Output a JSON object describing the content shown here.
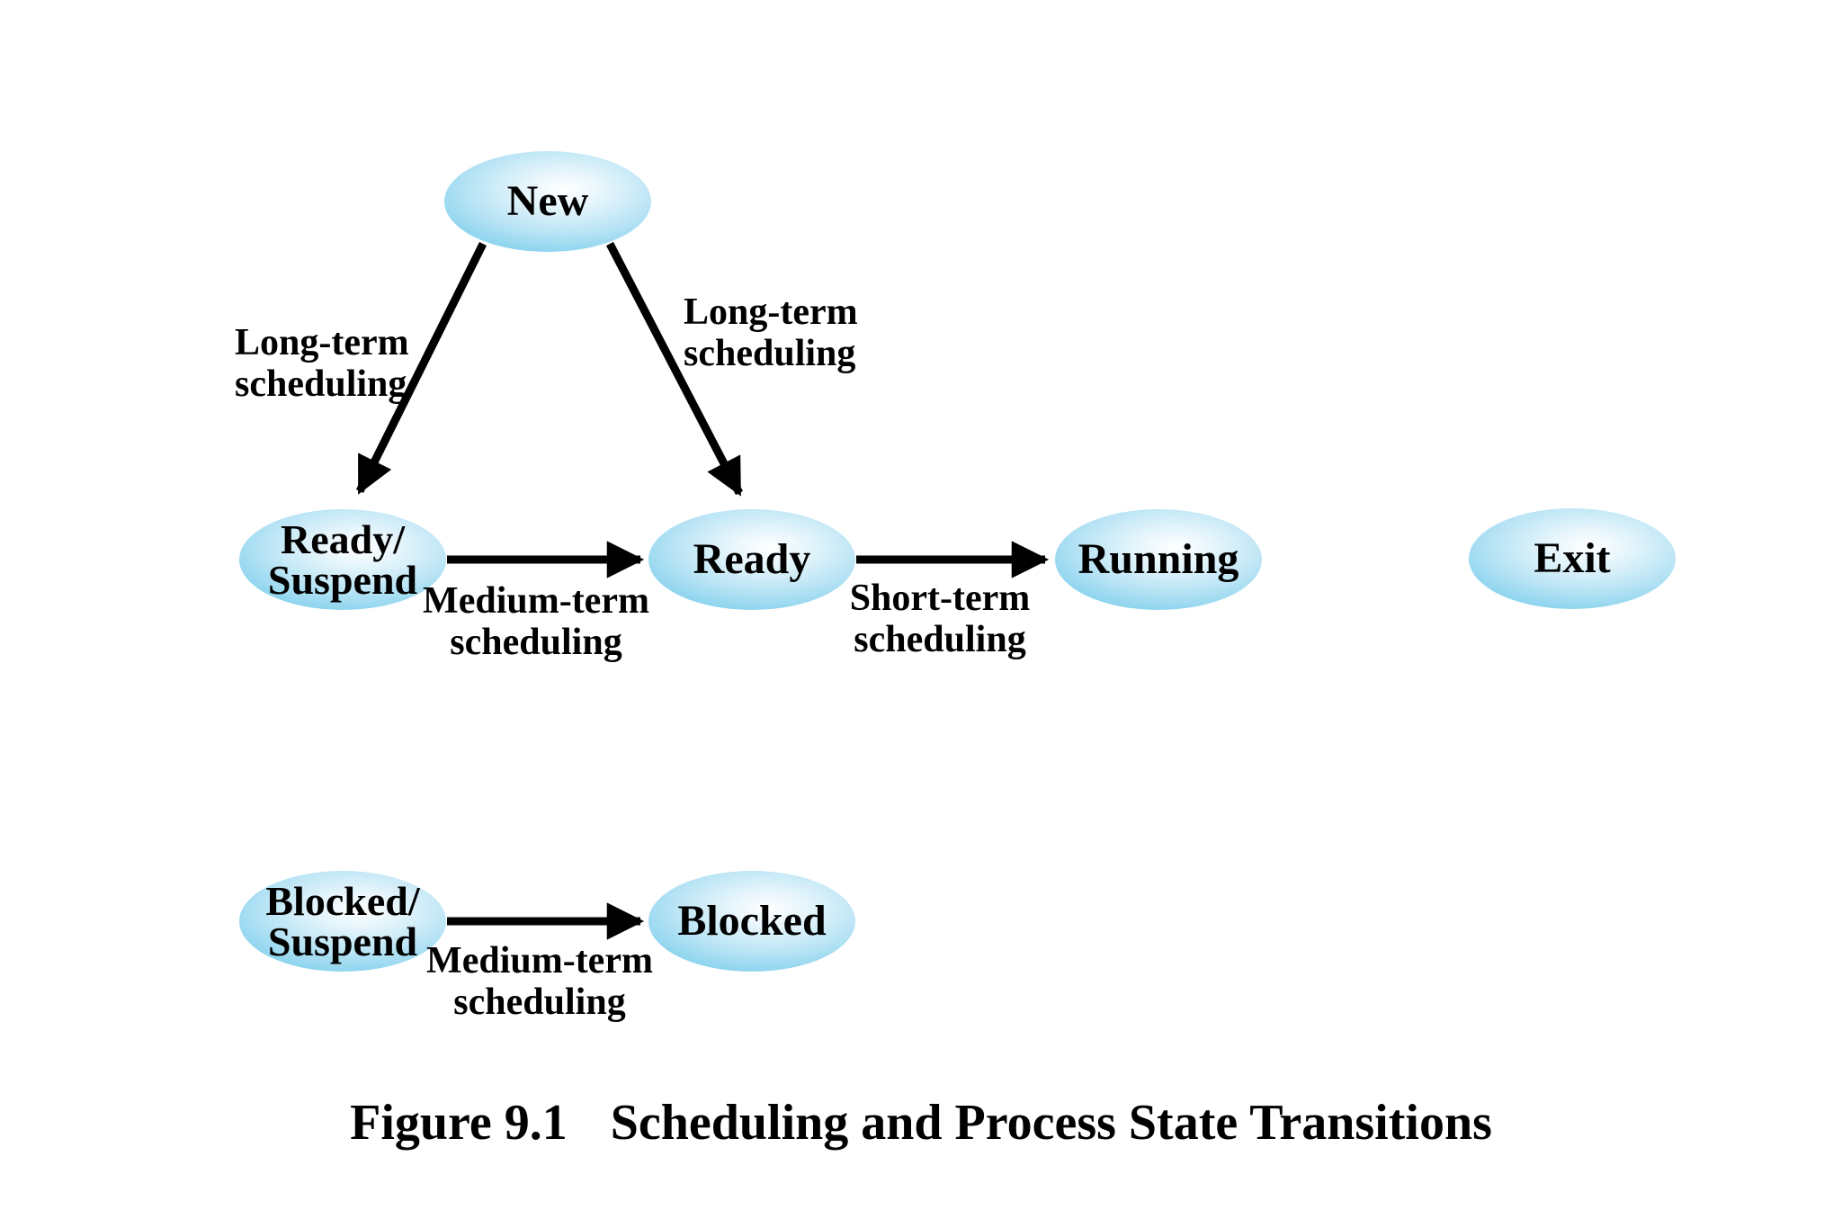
{
  "figure": {
    "caption_number": "Figure 9.1",
    "caption_title": "Scheduling and Process State Transitions"
  },
  "nodes": {
    "new": {
      "label": "New"
    },
    "ready_suspend": {
      "line1": "Ready/",
      "line2": "Suspend"
    },
    "ready": {
      "label": "Ready"
    },
    "running": {
      "label": "Running"
    },
    "exit": {
      "label": "Exit"
    },
    "blocked_suspend": {
      "line1": "Blocked/",
      "line2": "Suspend"
    },
    "blocked": {
      "label": "Blocked"
    }
  },
  "edge_labels": {
    "long_term_left": {
      "line1": "Long-term",
      "line2": "scheduling"
    },
    "long_term_right": {
      "line1": "Long-term",
      "line2": "scheduling"
    },
    "medium_term_top": {
      "line1": "Medium-term",
      "line2": "scheduling"
    },
    "short_term": {
      "line1": "Short-term",
      "line2": "scheduling"
    },
    "medium_term_bottom": {
      "line1": "Medium-term",
      "line2": "scheduling"
    }
  },
  "colors": {
    "background": "#ffffff",
    "text": "#000000",
    "arrow": "#000000",
    "node_fill_edge": "#54bfe8",
    "node_fill_mid": "#b9e4f5",
    "node_fill_highlight": "#ffffff"
  }
}
